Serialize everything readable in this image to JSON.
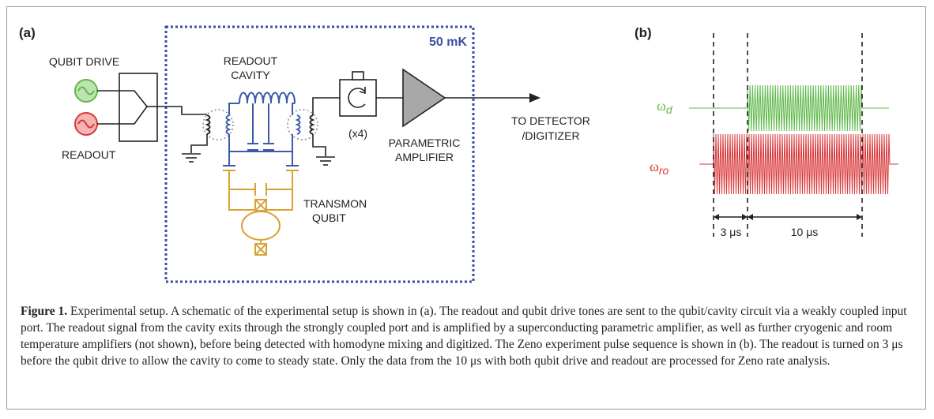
{
  "panel_a": {
    "label": "(a)",
    "temperature": "50 mK",
    "qubit_drive": "QUBIT DRIVE",
    "readout_source": "READOUT",
    "cavity_line1": "READOUT",
    "cavity_line2": "CAVITY",
    "circulator_count": "(x4)",
    "amp_line1": "PARAMETRIC",
    "amp_line2": "AMPLIFIER",
    "detector_line1": "TO DETECTOR",
    "detector_line2": "/DIGITIZER",
    "qubit_line1": "TRANSMON",
    "qubit_line2": "QUBIT"
  },
  "panel_b": {
    "label": "(b)",
    "drive_symbol": "ω",
    "drive_sub": "d",
    "readout_symbol": "ω",
    "readout_sub": "ro",
    "delay": "3 μs",
    "window": "10 μs",
    "drive_color": "#5fb84a",
    "readout_color": "#d9373a"
  },
  "caption": {
    "fig_label": "Figure 1.",
    "text": " Experimental setup. A schematic of the experimental setup is shown in (a). The readout and qubit drive tones are sent to the qubit/cavity circuit via a weakly coupled input port. The readout signal from the cavity exits through the strongly coupled port and is amplified by a superconducting parametric amplifier, as well as further cryogenic and room temperature amplifiers (not shown), before being detected with homodyne mixing and digitized. The Zeno experiment pulse sequence is shown in (b). The readout is turned on 3 μs before the qubit drive to allow the cavity to come to steady state. Only the data from the 10 μs with both qubit drive and readout are processed for Zeno rate analysis."
  },
  "colors": {
    "fridge_box": "#3d4ea0",
    "cavity": "#3c5aa8",
    "qubit": "#d9a235",
    "drive_source": "#5fb84a",
    "readout_source": "#d9373a"
  }
}
